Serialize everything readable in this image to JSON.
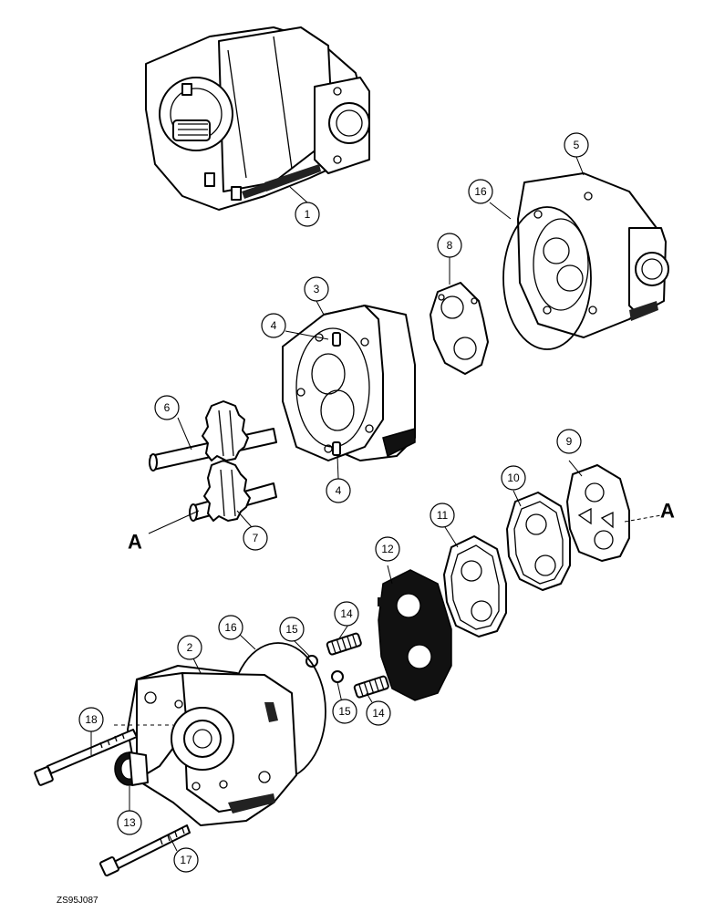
{
  "callouts": {
    "c1": "1",
    "c2": "2",
    "c3": "3",
    "c4a": "4",
    "c4b": "4",
    "c5": "5",
    "c6": "6",
    "c7": "7",
    "c8": "8",
    "c9": "9",
    "c10": "10",
    "c11": "11",
    "c12": "12",
    "c13": "13",
    "c14a": "14",
    "c14b": "14",
    "c15a": "15",
    "c15b": "15",
    "c16a": "16",
    "c16b": "16",
    "c17": "17",
    "c18": "18"
  },
  "refs": {
    "left": "A",
    "right": "A"
  },
  "figure_code": "ZS95J087"
}
